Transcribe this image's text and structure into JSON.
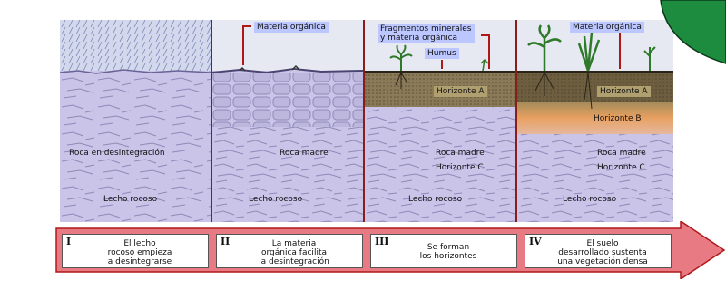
{
  "panels": [
    {
      "labels": {
        "top": "Roca en desintegración",
        "bottom": "Lecho rocoso"
      }
    },
    {
      "callout": "Materia orgánica",
      "labels": {
        "top": "Roca madre",
        "bottom": "Lecho rocoso"
      }
    },
    {
      "callout": "Fragmentos minerales\ny materia orgánica",
      "callout2": "Humus",
      "labels": {
        "horizon_a": "Horizonte A",
        "top": "Roca madre",
        "horizon_c": "Horizonte C",
        "bottom": "Lecho rocoso"
      }
    },
    {
      "callout": "Materia orgánica",
      "labels": {
        "horizon_a": "Horizonte A",
        "horizon_b": "Horizonte B",
        "top": "Roca madre",
        "horizon_c": "Horizonte C",
        "bottom": "Lecho rocoso"
      }
    }
  ],
  "stages": [
    {
      "numeral": "I",
      "text": "El lecho\nrocoso empieza\na desintegrarse"
    },
    {
      "numeral": "II",
      "text": "La materia\norgánica facilita\nla desintegración"
    },
    {
      "numeral": "III",
      "text": "Se forman\nlos horizontes"
    },
    {
      "numeral": "IV",
      "text": "El suelo\ndesarrollado sustenta\nuna vegetación densa"
    }
  ],
  "colors": {
    "rock": "#c9c4e8",
    "rock_dark": "#9d98c8",
    "soil_a": "#7a6a4a",
    "horizon_b": "#e8a060",
    "arrow": "#e87a84",
    "corner": "#1e8c3e",
    "tag": "#bcc6ff",
    "callout_line": "#b01818"
  }
}
